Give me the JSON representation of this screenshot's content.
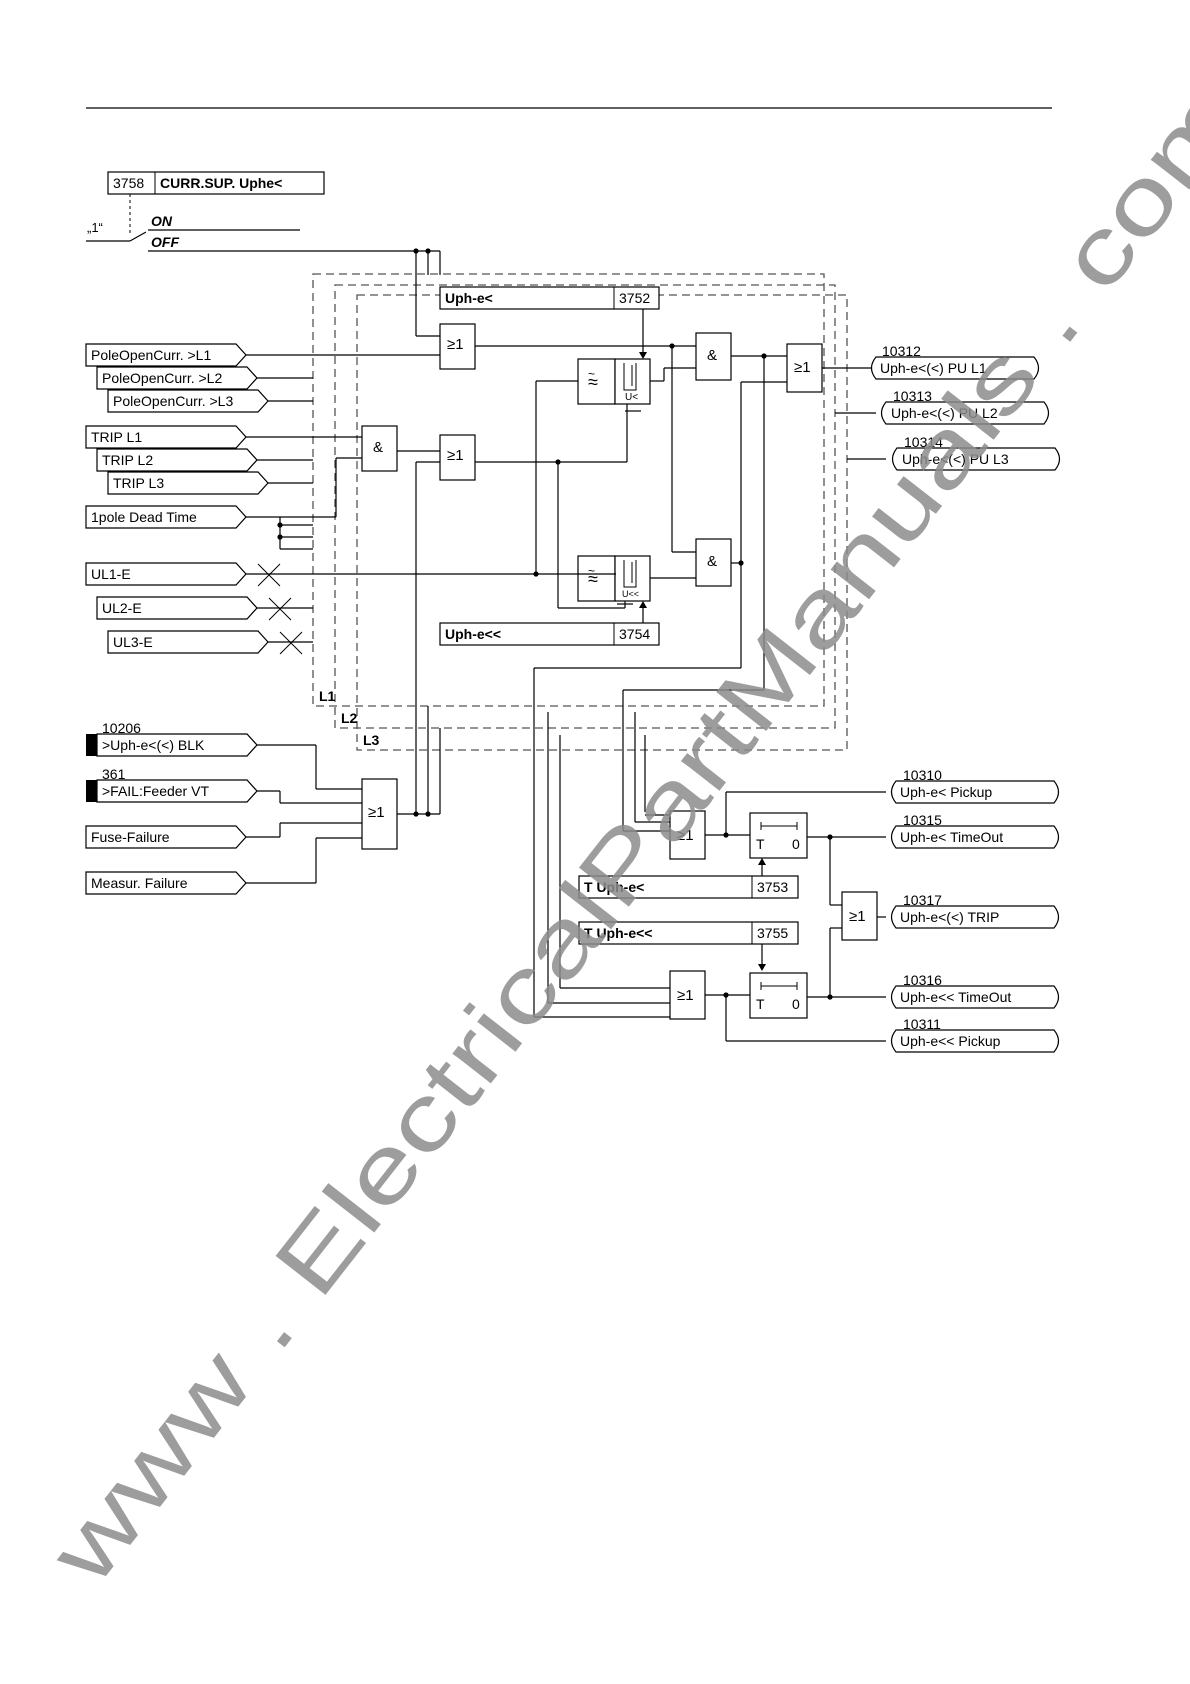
{
  "setting_3758": {
    "num": "3758",
    "label": "CURR.SUP. Uphe<"
  },
  "switch": {
    "const": "„1“",
    "on": "ON",
    "off": "OFF"
  },
  "inputs": {
    "poleopen_l1": "PoleOpenCurr. >L1",
    "poleopen_l2": "PoleOpenCurr. >L2",
    "poleopen_l3": "PoleOpenCurr. >L3",
    "trip_l1": "TRIP L1",
    "trip_l2": "TRIP L2",
    "trip_l3": "TRIP L3",
    "dead_time": "1pole Dead Time",
    "ul1e": "UL1-E",
    "ul2e": "UL2-E",
    "ul3e": "UL3-E",
    "blk_num": "10206",
    "blk": ">Uph-e<(<) BLK",
    "fail_num": "361",
    "fail": ">FAIL:Feeder VT",
    "fuse": "Fuse-Failure",
    "measur": "Measur. Failure"
  },
  "settings": {
    "uphe_lt": {
      "label": "Uph-e<",
      "num": "3752"
    },
    "uphe_ltlt": {
      "label": "Uph-e<<",
      "num": "3754"
    },
    "t_uphe_lt": {
      "label": "T Uph-e<",
      "num": "3753"
    },
    "t_uphe_ltlt": {
      "label": "T Uph-e<<",
      "num": "3755"
    }
  },
  "gates": {
    "or": "≥1",
    "and": "&",
    "timer_t": "T",
    "timer_0": "0",
    "u_lt": "U<",
    "u_ltlt": "U<<"
  },
  "phases": {
    "l1": "L1",
    "l2": "L2",
    "l3": "L3"
  },
  "outputs": {
    "pu_l1_num": "10312",
    "pu_l1": "Uph-e<(<) PU L1",
    "pu_l2_num": "10313",
    "pu_l2": "Uph-e<(<) PU L2",
    "pu_l3_num": "10314",
    "pu_l3": "Uph-e<(<) PU L3",
    "pickup_num": "10310",
    "pickup": "Uph-e< Pickup",
    "timeout_num": "10315",
    "timeout": "Uph-e< TimeOut",
    "trip_num": "10317",
    "trip": "Uph-e<(<) TRIP",
    "timeout2_num": "10316",
    "timeout2": "Uph-e<< TimeOut",
    "pickup2_num": "10311",
    "pickup2": "Uph-e<< Pickup"
  },
  "watermark": "www . ElectricalPartManuals . com"
}
